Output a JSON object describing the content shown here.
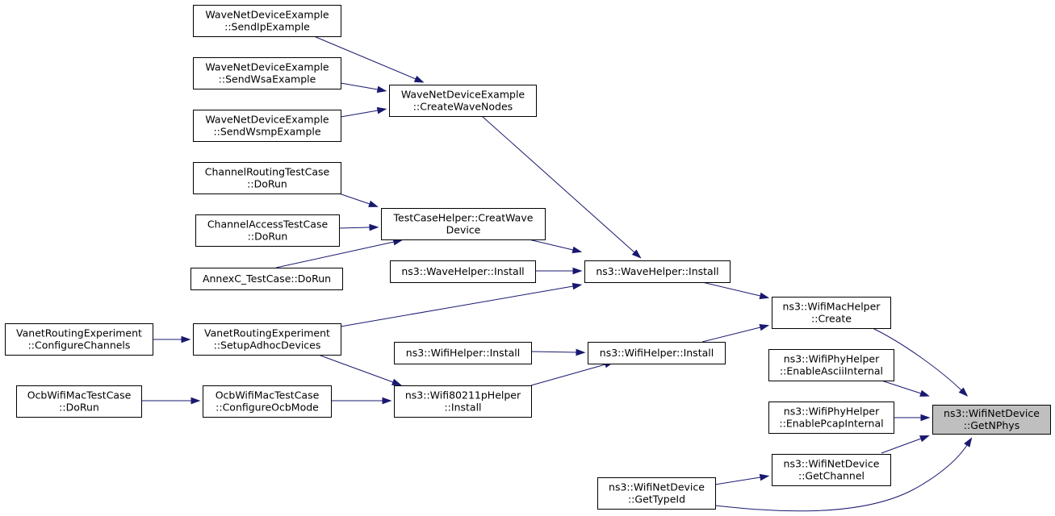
{
  "colors": {
    "edge": "#191970",
    "focus_fill": "#bfbfbf",
    "node_fill": "#ffffff",
    "node_border": "#000000"
  },
  "nodes": {
    "getnphys": {
      "lines": [
        "ns3::WifiNetDevice",
        "::GetNPhys"
      ]
    },
    "macCreate": {
      "lines": [
        "ns3::WifiMacHelper",
        "::Create"
      ]
    },
    "enableAscii": {
      "lines": [
        "ns3::WifiPhyHelper",
        "::EnableAsciiInternal"
      ]
    },
    "enablePcap": {
      "lines": [
        "ns3::WifiPhyHelper",
        "::EnablePcapInternal"
      ]
    },
    "getChannel": {
      "lines": [
        "ns3::WifiNetDevice",
        "::GetChannel"
      ]
    },
    "getTypeId": {
      "lines": [
        "ns3::WifiNetDevice",
        "::GetTypeId"
      ]
    },
    "waveInstall": {
      "lines": [
        "ns3::WaveHelper::Install"
      ]
    },
    "waveInstall2": {
      "lines": [
        "ns3::WaveHelper::Install"
      ]
    },
    "wifiInstall": {
      "lines": [
        "ns3::WifiHelper::Install"
      ]
    },
    "wifiInstall2": {
      "lines": [
        "ns3::WifiHelper::Install"
      ]
    },
    "wifi80211p": {
      "lines": [
        "ns3::Wifi80211pHelper",
        "::Install"
      ]
    },
    "createWaveNodes": {
      "lines": [
        "WaveNetDeviceExample",
        "::CreateWaveNodes"
      ]
    },
    "sendIp": {
      "lines": [
        "WaveNetDeviceExample",
        "::SendIpExample"
      ]
    },
    "sendWsa": {
      "lines": [
        "WaveNetDeviceExample",
        "::SendWsaExample"
      ]
    },
    "sendWsmp": {
      "lines": [
        "WaveNetDeviceExample",
        "::SendWsmpExample"
      ]
    },
    "creatWave": {
      "lines": [
        "TestCaseHelper::CreatWave",
        "Device"
      ]
    },
    "chanRouting": {
      "lines": [
        "ChannelRoutingTestCase",
        "::DoRun"
      ]
    },
    "chanAccess": {
      "lines": [
        "ChannelAccessTestCase",
        "::DoRun"
      ]
    },
    "annexC": {
      "lines": [
        "AnnexC_TestCase::DoRun"
      ]
    },
    "setupAdhoc": {
      "lines": [
        "VanetRoutingExperiment",
        "::SetupAdhocDevices"
      ]
    },
    "configChannels": {
      "lines": [
        "VanetRoutingExperiment",
        "::ConfigureChannels"
      ]
    },
    "configOcb": {
      "lines": [
        "OcbWifiMacTestCase",
        "::ConfigureOcbMode"
      ]
    },
    "ocbDoRun": {
      "lines": [
        "OcbWifiMacTestCase",
        "::DoRun"
      ]
    }
  },
  "edges": [
    [
      "macCreate",
      "getnphys"
    ],
    [
      "enableAscii",
      "getnphys"
    ],
    [
      "enablePcap",
      "getnphys"
    ],
    [
      "getChannel",
      "getnphys"
    ],
    [
      "getTypeId",
      "getnphys"
    ],
    [
      "waveInstall",
      "macCreate"
    ],
    [
      "wifiInstall",
      "macCreate"
    ],
    [
      "createWaveNodes",
      "waveInstall"
    ],
    [
      "creatWave",
      "waveInstall"
    ],
    [
      "waveInstall2",
      "waveInstall"
    ],
    [
      "setupAdhoc",
      "waveInstall"
    ],
    [
      "sendIp",
      "createWaveNodes"
    ],
    [
      "sendWsa",
      "createWaveNodes"
    ],
    [
      "sendWsmp",
      "createWaveNodes"
    ],
    [
      "chanRouting",
      "creatWave"
    ],
    [
      "chanAccess",
      "creatWave"
    ],
    [
      "annexC",
      "creatWave"
    ],
    [
      "configChannels",
      "setupAdhoc"
    ],
    [
      "wifiInstall2",
      "wifiInstall"
    ],
    [
      "wifi80211p",
      "wifiInstall"
    ],
    [
      "setupAdhoc",
      "wifi80211p"
    ],
    [
      "configOcb",
      "wifi80211p"
    ],
    [
      "ocbDoRun",
      "configOcb"
    ],
    [
      "getTypeId",
      "getChannel"
    ]
  ]
}
